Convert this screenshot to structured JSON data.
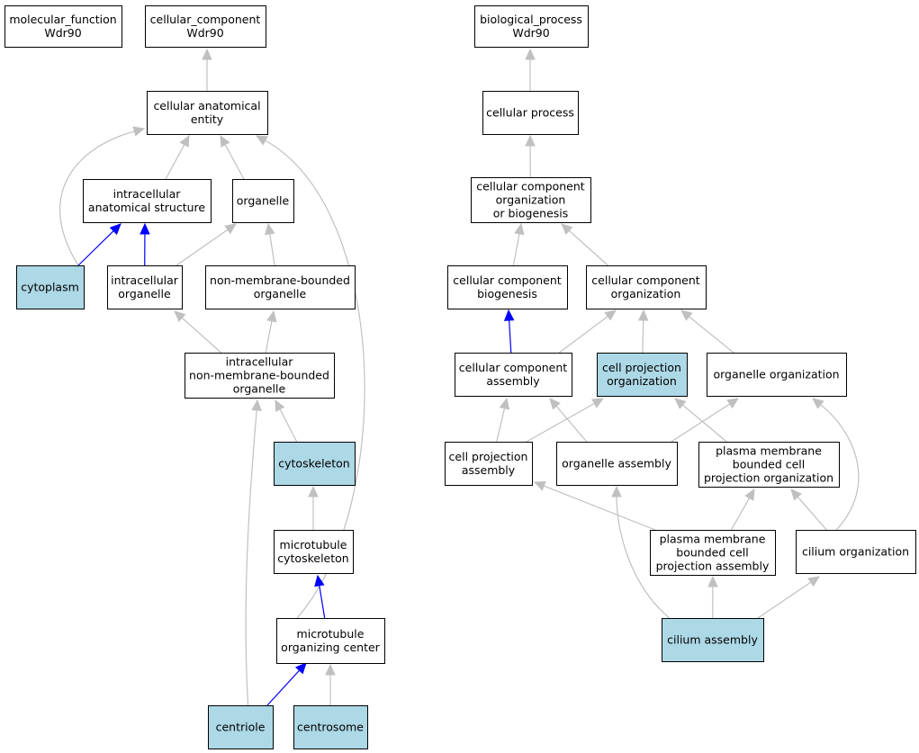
{
  "colors": {
    "highlight": "#add8e6",
    "plain": "#ffffff",
    "edge_gray": "#c0c0c0",
    "edge_blue": "#0000ff"
  },
  "nodes": [
    {
      "id": "mf_root",
      "lines": [
        "molecular_function",
        "Wdr90"
      ],
      "highlight": false
    },
    {
      "id": "cc_root",
      "lines": [
        "cellular_component",
        "Wdr90"
      ],
      "highlight": false
    },
    {
      "id": "bp_root",
      "lines": [
        "biological_process",
        "Wdr90"
      ],
      "highlight": false
    },
    {
      "id": "cae",
      "lines": [
        "cellular anatomical",
        "entity"
      ],
      "highlight": false
    },
    {
      "id": "cp",
      "lines": [
        "cellular process"
      ],
      "highlight": false
    },
    {
      "id": "ias",
      "lines": [
        "intracellular",
        "anatomical structure"
      ],
      "highlight": false
    },
    {
      "id": "org",
      "lines": [
        "organelle"
      ],
      "highlight": false
    },
    {
      "id": "ccob",
      "lines": [
        "cellular component",
        "organization",
        "or biogenesis"
      ],
      "highlight": false
    },
    {
      "id": "cyto",
      "lines": [
        "cytoplasm"
      ],
      "highlight": true
    },
    {
      "id": "io",
      "lines": [
        "intracellular",
        "organelle"
      ],
      "highlight": false
    },
    {
      "id": "nmbo",
      "lines": [
        "non-membrane-bounded",
        "organelle"
      ],
      "highlight": false
    },
    {
      "id": "ccb",
      "lines": [
        "cellular component",
        "biogenesis"
      ],
      "highlight": false
    },
    {
      "id": "cco",
      "lines": [
        "cellular component",
        "organization"
      ],
      "highlight": false
    },
    {
      "id": "inmbo",
      "lines": [
        "intracellular",
        "non-membrane-bounded",
        "organelle"
      ],
      "highlight": false
    },
    {
      "id": "cca",
      "lines": [
        "cellular component",
        "assembly"
      ],
      "highlight": false
    },
    {
      "id": "cpo",
      "lines": [
        "cell projection",
        "organization"
      ],
      "highlight": true
    },
    {
      "id": "oo",
      "lines": [
        "organelle organization"
      ],
      "highlight": false
    },
    {
      "id": "cysk",
      "lines": [
        "cytoskeleton"
      ],
      "highlight": true
    },
    {
      "id": "cpa",
      "lines": [
        "cell projection",
        "assembly"
      ],
      "highlight": false
    },
    {
      "id": "oa",
      "lines": [
        "organelle assembly"
      ],
      "highlight": false
    },
    {
      "id": "pmbcpo",
      "lines": [
        "plasma membrane",
        "bounded cell",
        "projection organization"
      ],
      "highlight": false
    },
    {
      "id": "mtc",
      "lines": [
        "microtubule",
        "cytoskeleton"
      ],
      "highlight": false
    },
    {
      "id": "pmbcpa",
      "lines": [
        "plasma membrane",
        "bounded cell",
        "projection assembly"
      ],
      "highlight": false
    },
    {
      "id": "cilo",
      "lines": [
        "cilium organization"
      ],
      "highlight": false
    },
    {
      "id": "mtoc",
      "lines": [
        "microtubule",
        "organizing center"
      ],
      "highlight": false
    },
    {
      "id": "cila",
      "lines": [
        "cilium assembly"
      ],
      "highlight": true
    },
    {
      "id": "cent",
      "lines": [
        "centriole"
      ],
      "highlight": true
    },
    {
      "id": "csome",
      "lines": [
        "centrosome"
      ],
      "highlight": true
    }
  ],
  "edges": [
    {
      "from": "cae",
      "to": "cc_root",
      "color": "gray"
    },
    {
      "from": "ias",
      "to": "cae",
      "color": "gray"
    },
    {
      "from": "org",
      "to": "cae",
      "color": "gray"
    },
    {
      "from": "cyto",
      "to": "cae",
      "color": "gray"
    },
    {
      "from": "mtoc",
      "to": "cae",
      "color": "gray"
    },
    {
      "from": "cyto",
      "to": "ias",
      "color": "blue"
    },
    {
      "from": "io",
      "to": "ias",
      "color": "blue"
    },
    {
      "from": "io",
      "to": "org",
      "color": "gray"
    },
    {
      "from": "nmbo",
      "to": "org",
      "color": "gray"
    },
    {
      "from": "inmbo",
      "to": "io",
      "color": "gray"
    },
    {
      "from": "inmbo",
      "to": "nmbo",
      "color": "gray"
    },
    {
      "from": "cysk",
      "to": "inmbo",
      "color": "gray"
    },
    {
      "from": "cent",
      "to": "inmbo",
      "color": "gray"
    },
    {
      "from": "mtc",
      "to": "cysk",
      "color": "gray"
    },
    {
      "from": "mtoc",
      "to": "mtc",
      "color": "blue"
    },
    {
      "from": "cent",
      "to": "mtoc",
      "color": "blue"
    },
    {
      "from": "csome",
      "to": "mtoc",
      "color": "gray"
    },
    {
      "from": "cp",
      "to": "bp_root",
      "color": "gray"
    },
    {
      "from": "ccob",
      "to": "cp",
      "color": "gray"
    },
    {
      "from": "ccb",
      "to": "ccob",
      "color": "gray"
    },
    {
      "from": "cco",
      "to": "ccob",
      "color": "gray"
    },
    {
      "from": "cca",
      "to": "ccb",
      "color": "blue"
    },
    {
      "from": "cca",
      "to": "cco",
      "color": "gray"
    },
    {
      "from": "cpo",
      "to": "cco",
      "color": "gray"
    },
    {
      "from": "oo",
      "to": "cco",
      "color": "gray"
    },
    {
      "from": "cpa",
      "to": "cca",
      "color": "gray"
    },
    {
      "from": "oa",
      "to": "cca",
      "color": "gray"
    },
    {
      "from": "cpa",
      "to": "cpo",
      "color": "gray"
    },
    {
      "from": "pmbcpo",
      "to": "cpo",
      "color": "gray"
    },
    {
      "from": "oa",
      "to": "oo",
      "color": "gray"
    },
    {
      "from": "cilo",
      "to": "oo",
      "color": "gray"
    },
    {
      "from": "pmbcpa",
      "to": "cpa",
      "color": "gray"
    },
    {
      "from": "cila",
      "to": "oa",
      "color": "gray"
    },
    {
      "from": "pmbcpa",
      "to": "pmbcpo",
      "color": "gray"
    },
    {
      "from": "cilo",
      "to": "pmbcpo",
      "color": "gray"
    },
    {
      "from": "cila",
      "to": "pmbcpa",
      "color": "gray"
    },
    {
      "from": "cila",
      "to": "cilo",
      "color": "gray"
    }
  ]
}
